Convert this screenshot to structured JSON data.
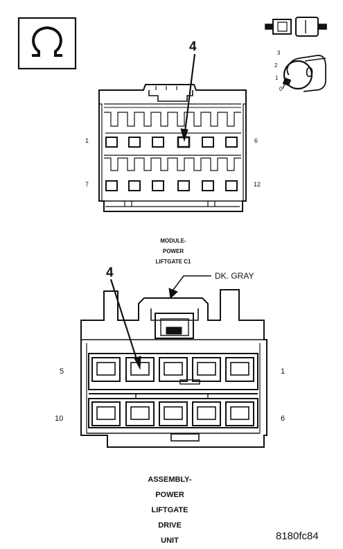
{
  "top_connector": {
    "callout": "4",
    "pin_labels": {
      "top_left": "1",
      "top_right": "6",
      "bottom_left": "7",
      "bottom_right": "12"
    },
    "caption": [
      "MODULE-",
      "POWER",
      "LIFTGATE C1"
    ]
  },
  "bottom_connector": {
    "callout": "4",
    "wire_color": "DK. GRAY",
    "pin_labels": {
      "top_left": "5",
      "top_right": "1",
      "bottom_left": "10",
      "bottom_right": "6"
    },
    "caption": [
      "ASSEMBLY-",
      "POWER",
      "LIFTGATE",
      "DRIVE",
      "UNIT"
    ]
  },
  "ignition_switch": {
    "scale_labels": [
      "3",
      "2",
      "1",
      "0"
    ],
    "key_label": "0"
  },
  "figure_code": "8180fc84"
}
